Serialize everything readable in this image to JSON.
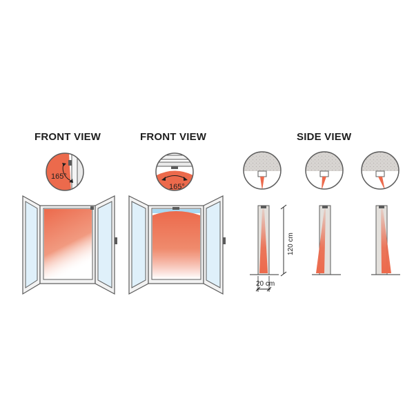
{
  "panels": [
    {
      "title": "FRONT VIEW",
      "angle_label": "165°"
    },
    {
      "title": "FRONT VIEW",
      "angle_label": "165°"
    },
    {
      "title": "SIDE VIEW",
      "height_label": "120 cm",
      "width_label": "20 cm"
    }
  ],
  "colors": {
    "beam": "#ec6a4c",
    "frame": "#5b5b5b",
    "glass": "#dff0fa",
    "sensor_strip": "#a9d8f1",
    "wall": "#e3e0dc",
    "ceiling": "#d6d3d0"
  }
}
